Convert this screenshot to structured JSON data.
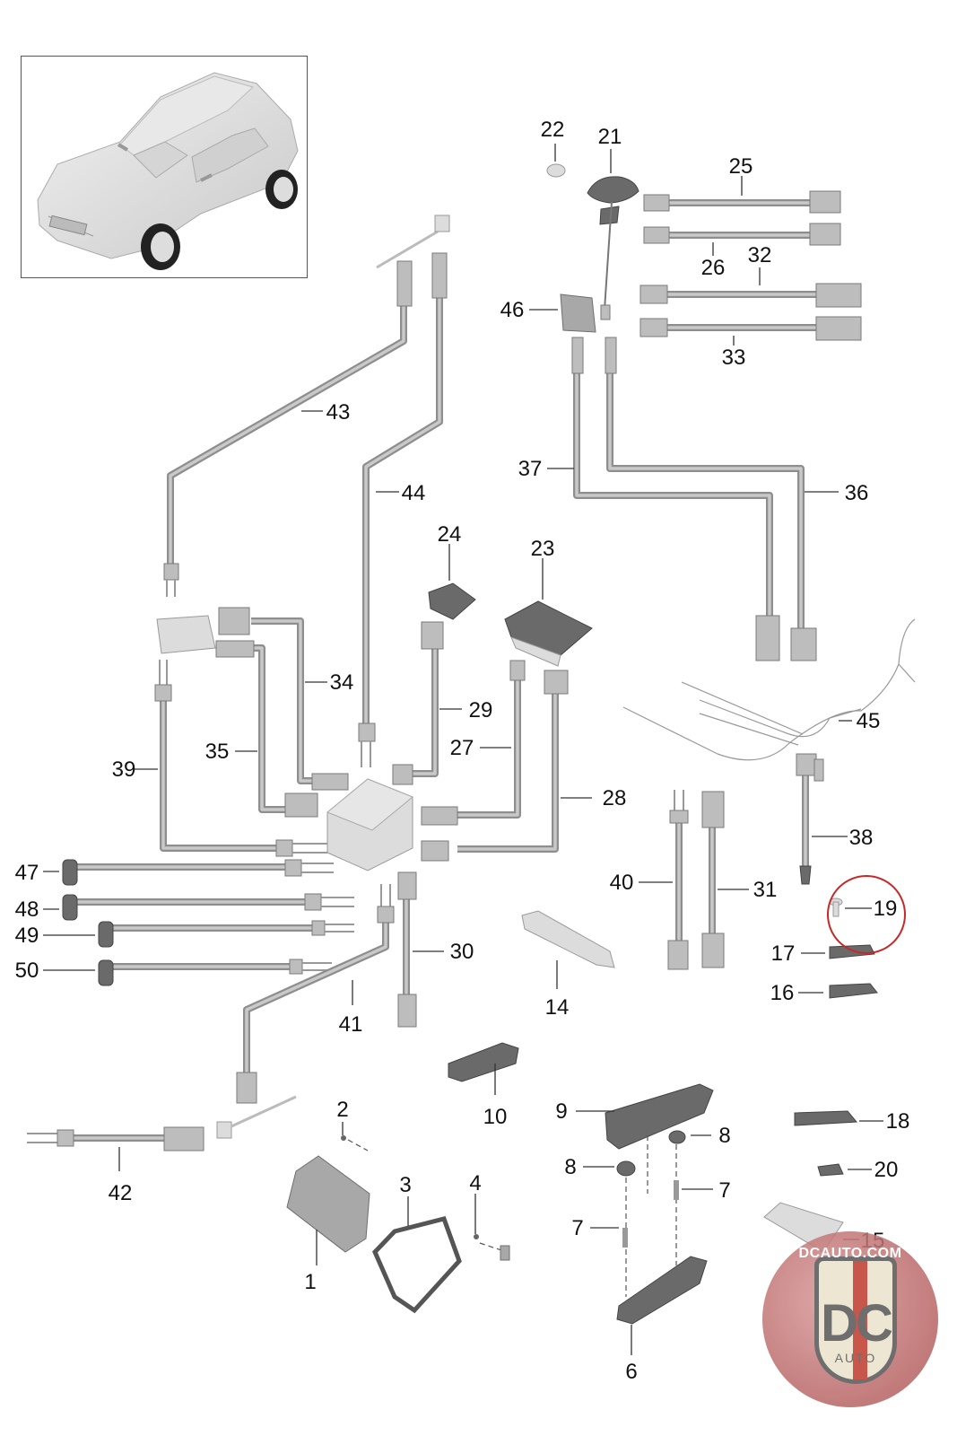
{
  "diagram": {
    "subject": "Vehicle electrical parts diagram (SUV)",
    "callouts": [
      {
        "id": "1",
        "label": "1"
      },
      {
        "id": "2",
        "label": "2"
      },
      {
        "id": "3",
        "label": "3"
      },
      {
        "id": "4",
        "label": "4"
      },
      {
        "id": "6",
        "label": "6"
      },
      {
        "id": "7a",
        "label": "7"
      },
      {
        "id": "7b",
        "label": "7"
      },
      {
        "id": "8a",
        "label": "8"
      },
      {
        "id": "8b",
        "label": "8"
      },
      {
        "id": "9",
        "label": "9"
      },
      {
        "id": "10",
        "label": "10"
      },
      {
        "id": "14",
        "label": "14"
      },
      {
        "id": "15",
        "label": "15"
      },
      {
        "id": "16",
        "label": "16"
      },
      {
        "id": "17",
        "label": "17"
      },
      {
        "id": "18",
        "label": "18"
      },
      {
        "id": "19",
        "label": "19"
      },
      {
        "id": "20",
        "label": "20"
      },
      {
        "id": "21",
        "label": "21"
      },
      {
        "id": "22",
        "label": "22"
      },
      {
        "id": "23",
        "label": "23"
      },
      {
        "id": "24",
        "label": "24"
      },
      {
        "id": "25",
        "label": "25"
      },
      {
        "id": "26",
        "label": "26"
      },
      {
        "id": "27",
        "label": "27"
      },
      {
        "id": "28",
        "label": "28"
      },
      {
        "id": "29",
        "label": "29"
      },
      {
        "id": "30",
        "label": "30"
      },
      {
        "id": "31",
        "label": "31"
      },
      {
        "id": "32",
        "label": "32"
      },
      {
        "id": "33",
        "label": "33"
      },
      {
        "id": "34",
        "label": "34"
      },
      {
        "id": "35",
        "label": "35"
      },
      {
        "id": "36",
        "label": "36"
      },
      {
        "id": "37",
        "label": "37"
      },
      {
        "id": "38",
        "label": "38"
      },
      {
        "id": "39",
        "label": "39"
      },
      {
        "id": "40",
        "label": "40"
      },
      {
        "id": "41",
        "label": "41"
      },
      {
        "id": "42",
        "label": "42"
      },
      {
        "id": "43",
        "label": "43"
      },
      {
        "id": "44",
        "label": "44"
      },
      {
        "id": "45",
        "label": "45"
      },
      {
        "id": "46",
        "label": "46"
      },
      {
        "id": "47",
        "label": "47"
      },
      {
        "id": "48",
        "label": "48"
      },
      {
        "id": "49",
        "label": "49"
      },
      {
        "id": "50",
        "label": "50"
      }
    ],
    "highlighted_callout": "19",
    "highlight_color": "#c62828"
  },
  "watermark": {
    "site": "DCAUTO.COM",
    "logo_text": "DC",
    "sub_text": "AUTO"
  }
}
